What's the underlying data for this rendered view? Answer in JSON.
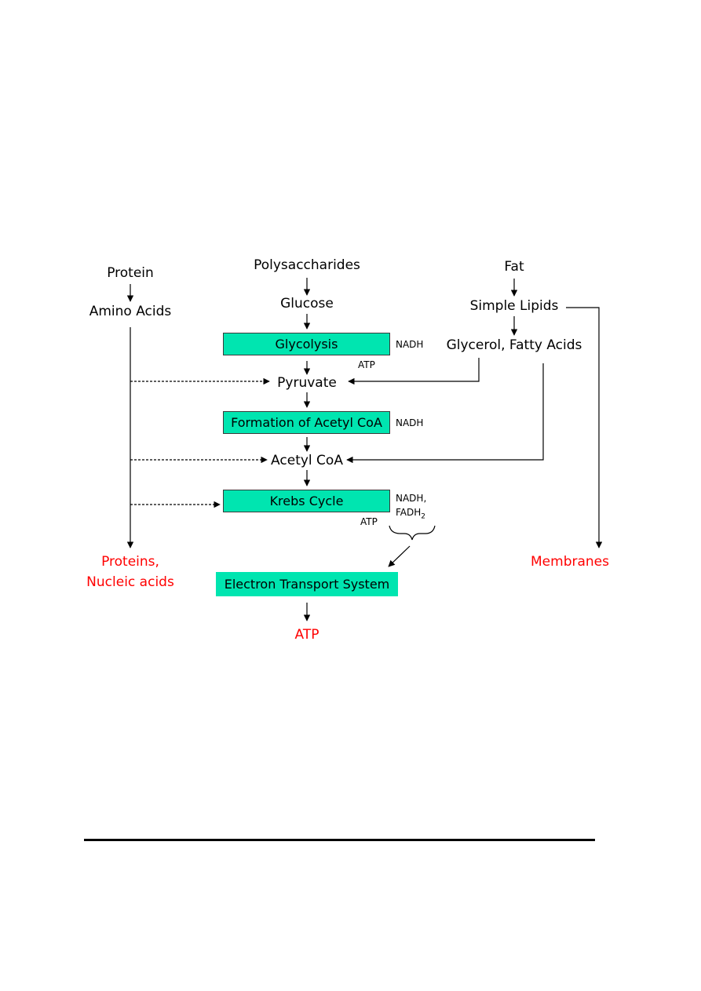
{
  "sources": {
    "protein": "Protein",
    "amino_acids": "Amino Acids",
    "polysaccharides": "Polysaccharides",
    "glucose": "Glucose",
    "fat": "Fat",
    "simple_lipids": "Simple Lipids",
    "glycerol_fatty_acids": "Glycerol, Fatty Acids"
  },
  "intermediates": {
    "pyruvate": "Pyruvate",
    "acetyl_coa": "Acetyl CoA"
  },
  "processes": {
    "glycolysis": "Glycolysis",
    "formation_acetyl_coa": "Formation of Acetyl CoA",
    "krebs_cycle": "Krebs Cycle",
    "electron_transport": "Electron Transport System"
  },
  "byproducts": {
    "glycolysis_nadh": "NADH",
    "glycolysis_atp": "ATP",
    "acetyl_nadh": "NADH",
    "krebs_nadh": "NADH,",
    "krebs_fadh_base": "FADH",
    "krebs_fadh_sub": "2",
    "krebs_atp": "ATP"
  },
  "products": {
    "proteins_line1": "Proteins,",
    "proteins_line2": "Nucleic acids",
    "atp": "ATP",
    "membranes": "Membranes"
  },
  "colors": {
    "process_fill": "#00e5b0",
    "product_text": "#ff0000"
  }
}
